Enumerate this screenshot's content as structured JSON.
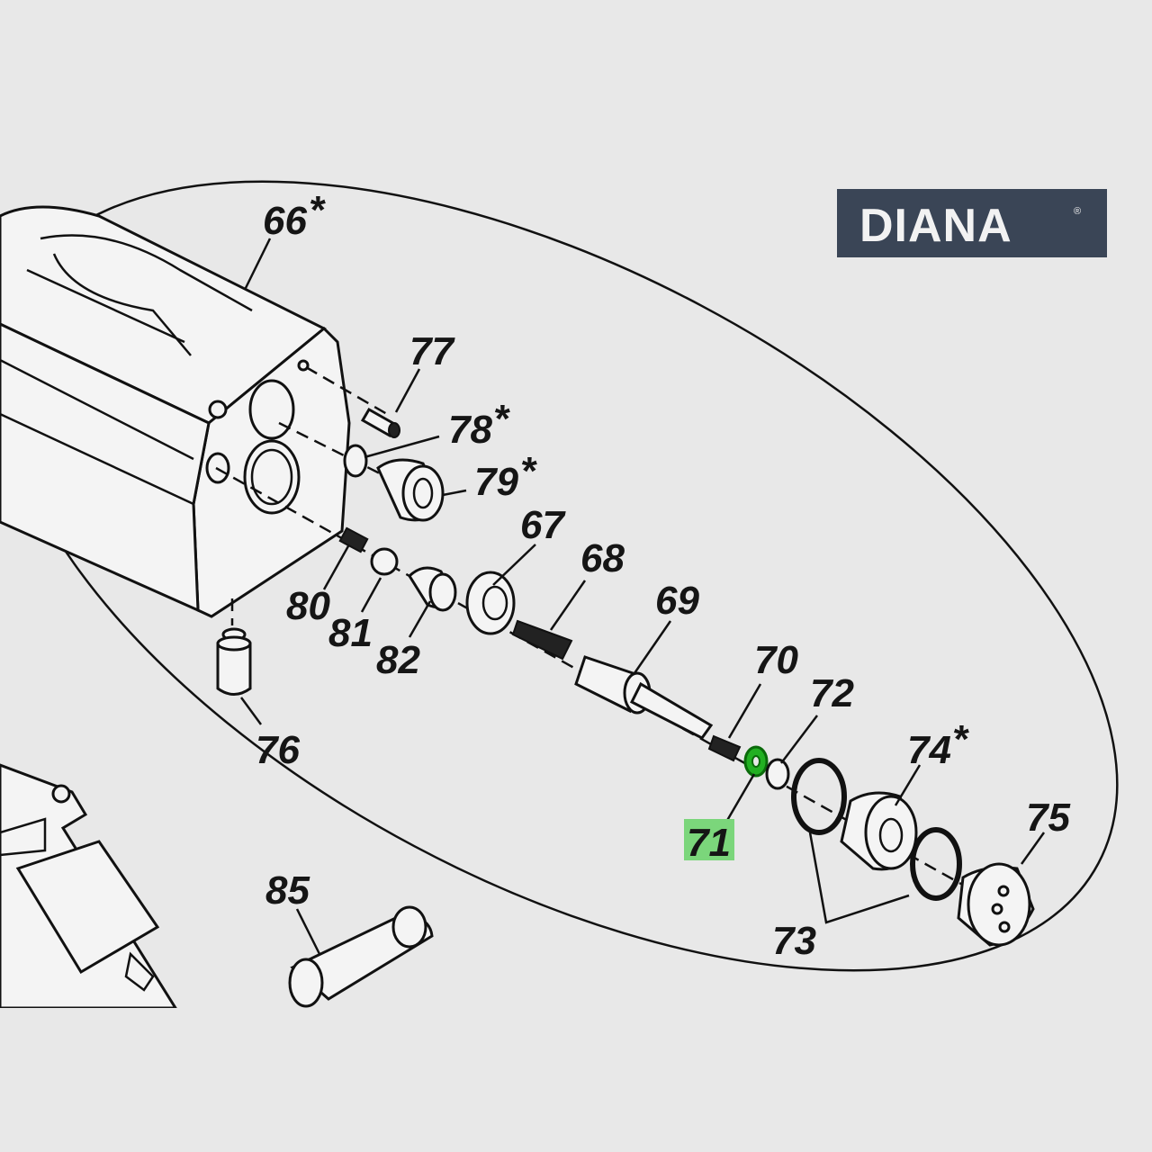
{
  "brand": {
    "name": "DIANA",
    "mark": "®",
    "color": "#3a4556"
  },
  "highlight_color": "#7bd67b",
  "highlighted_part": "71",
  "parts": [
    {
      "id": "66",
      "label": "66",
      "star": true
    },
    {
      "id": "77",
      "label": "77",
      "star": false
    },
    {
      "id": "78",
      "label": "78",
      "star": true
    },
    {
      "id": "79",
      "label": "79",
      "star": true
    },
    {
      "id": "67",
      "label": "67",
      "star": false
    },
    {
      "id": "68",
      "label": "68",
      "star": false
    },
    {
      "id": "69",
      "label": "69",
      "star": false
    },
    {
      "id": "70",
      "label": "70",
      "star": false
    },
    {
      "id": "71",
      "label": "71",
      "star": false
    },
    {
      "id": "72",
      "label": "72",
      "star": false
    },
    {
      "id": "73",
      "label": "73",
      "star": false
    },
    {
      "id": "74",
      "label": "74",
      "star": true
    },
    {
      "id": "75",
      "label": "75",
      "star": false
    },
    {
      "id": "76",
      "label": "76",
      "star": false
    },
    {
      "id": "80",
      "label": "80",
      "star": false
    },
    {
      "id": "81",
      "label": "81",
      "star": false
    },
    {
      "id": "82",
      "label": "82",
      "star": false
    },
    {
      "id": "85",
      "label": "85",
      "star": false
    }
  ]
}
